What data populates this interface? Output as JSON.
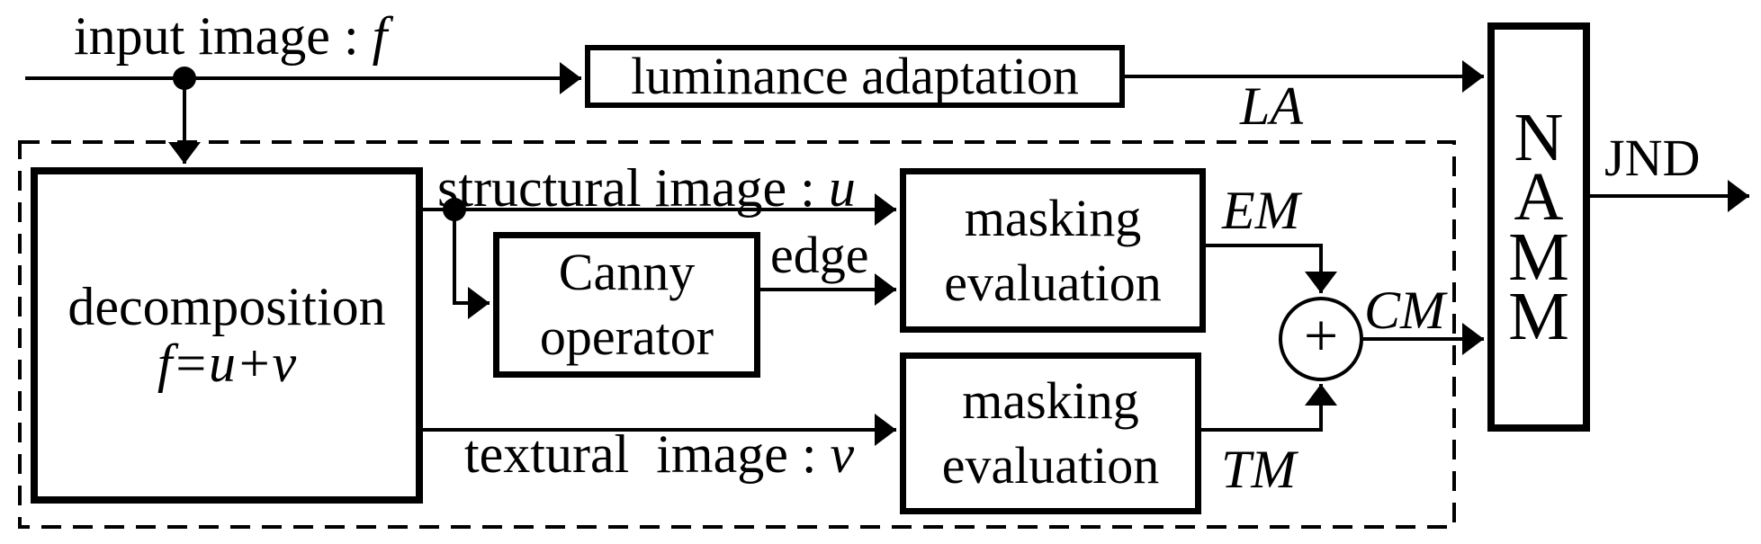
{
  "colors": {
    "ink": "#000000",
    "background": "#ffffff"
  },
  "labels": {
    "input_image": {
      "text": "input image : ",
      "symbol": "f"
    },
    "luminance_adaptation": "luminance adaptation",
    "la": "LA",
    "structural_image": {
      "text": "structural image : ",
      "symbol": "u"
    },
    "textural_image": {
      "text": "textural  image : ",
      "symbol": "v"
    },
    "decomposition": {
      "line1": "decomposition",
      "formula": "f=u+v"
    },
    "canny": {
      "line1": "Canny",
      "line2": "operator"
    },
    "edge": "edge",
    "masking_structural": {
      "line1": "masking",
      "line2": "evaluation"
    },
    "masking_textural": {
      "line1": "masking",
      "line2": "evaluation"
    },
    "em": "EM",
    "tm": "TM",
    "cm": "CM",
    "plus": "+",
    "jnd": "JND",
    "namm": {
      "letters": [
        "N",
        "A",
        "M",
        "M"
      ]
    }
  }
}
